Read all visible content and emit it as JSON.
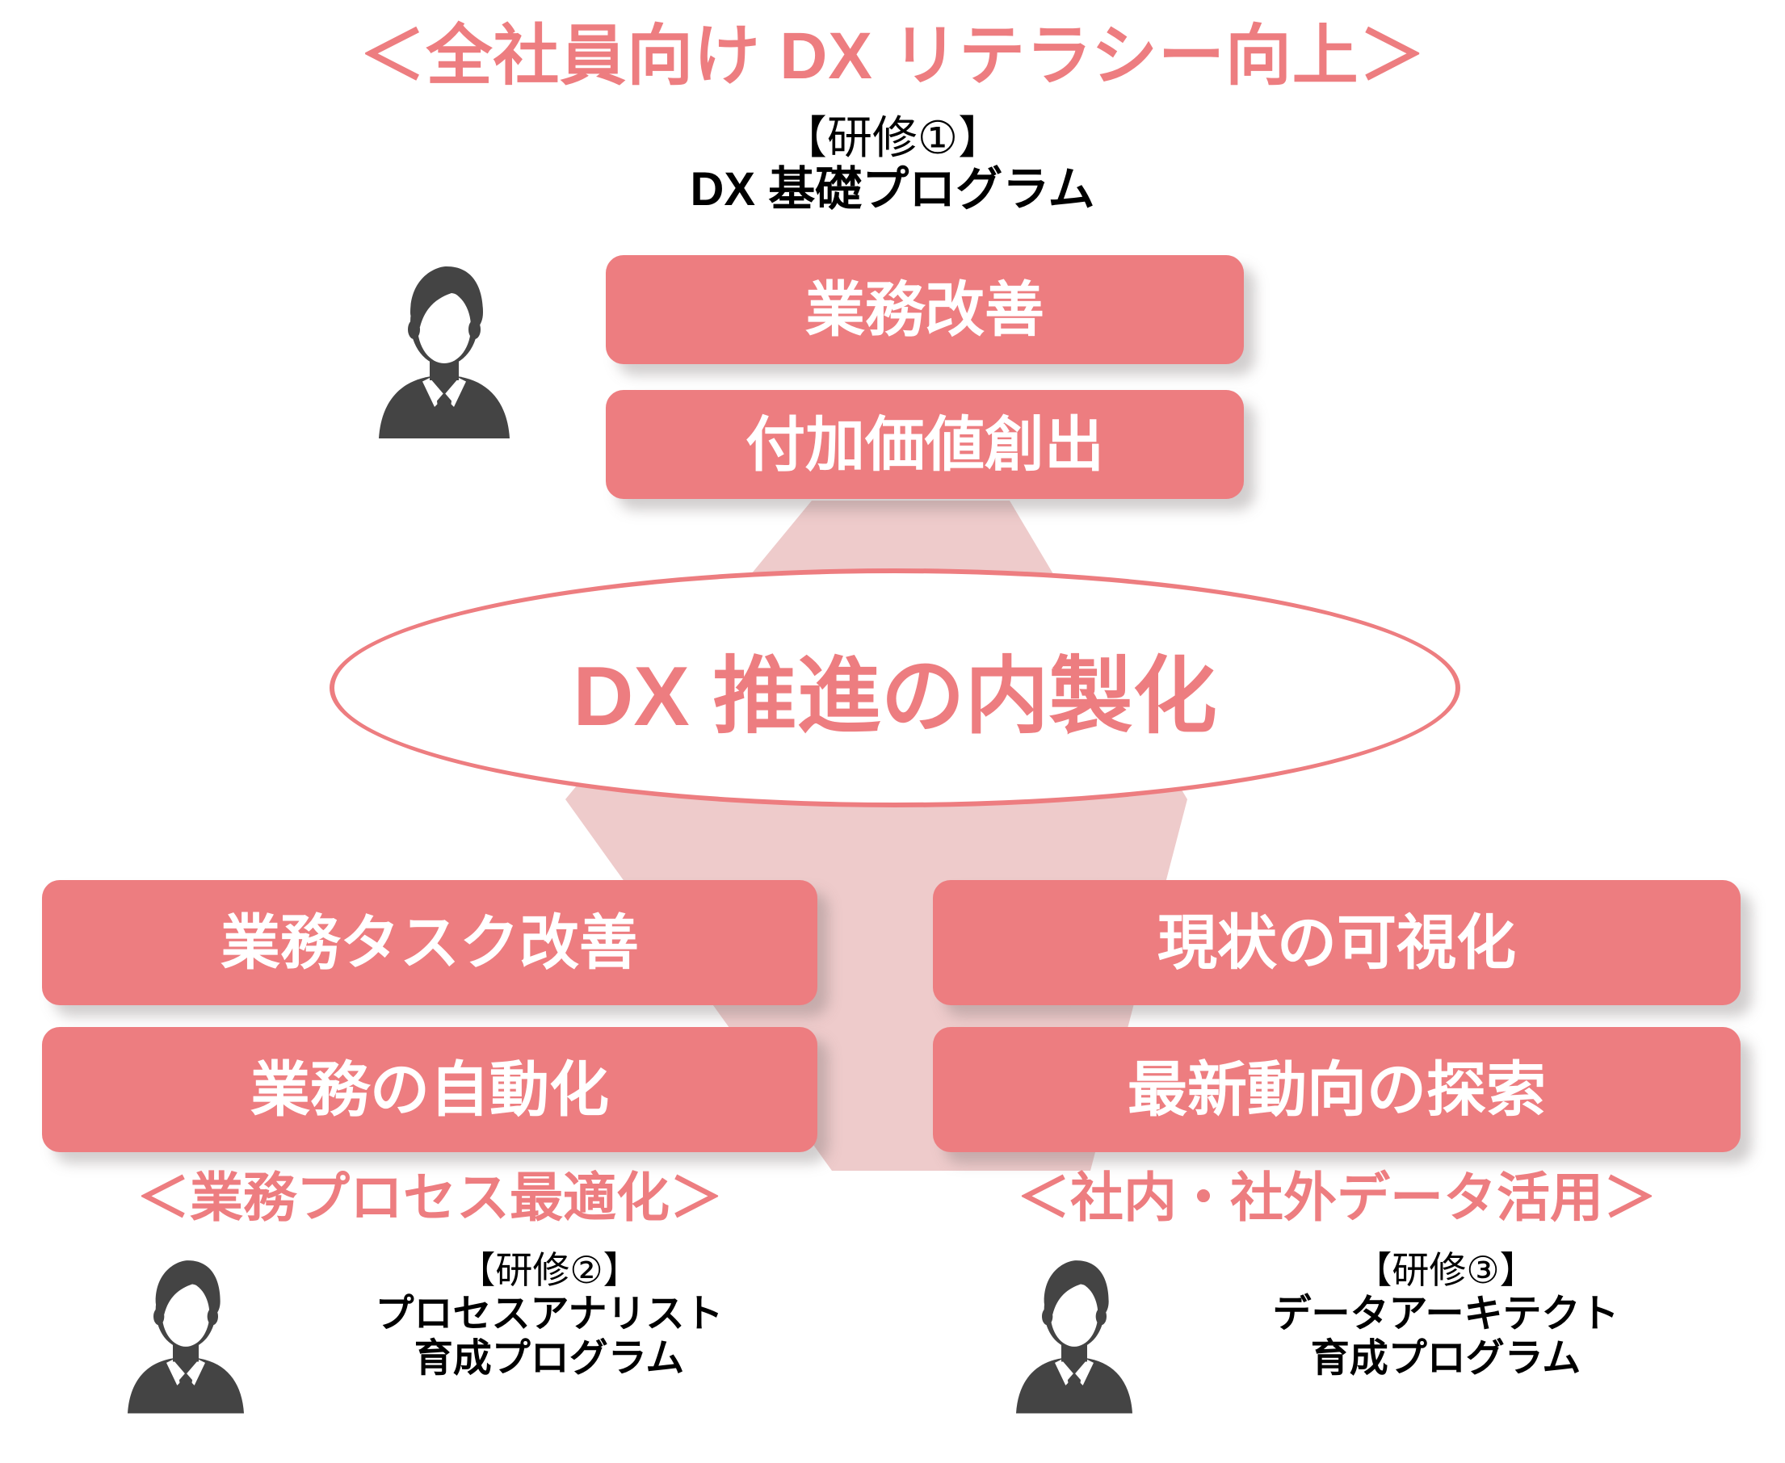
{
  "colors": {
    "accent": "#ED7D80",
    "accent_light": "#EECBCB",
    "box_text": "#FFFFFF",
    "body_text": "#000000",
    "icon": "#444444",
    "background": "#FFFFFF"
  },
  "header": {
    "title": "＜全社員向け DX リテラシー向上＞"
  },
  "top_program": {
    "tag": "【研修①】",
    "name": "DX 基礎プログラム",
    "person_icon": "person-business-icon"
  },
  "top_boxes": [
    {
      "label": "業務改善"
    },
    {
      "label": "付加価値創出"
    }
  ],
  "center": {
    "label": "DX 推進の内製化",
    "shape": "ellipse"
  },
  "columns": [
    {
      "id": "process",
      "caption": "＜業務プロセス最適化＞",
      "boxes": [
        {
          "label": "業務タスク改善"
        },
        {
          "label": "業務の自動化"
        }
      ],
      "program": {
        "tag": "【研修②】",
        "name_line1": "プロセスアナリスト",
        "name_line2": "育成プログラム",
        "person_icon": "person-business-icon"
      }
    },
    {
      "id": "data",
      "caption": "＜社内・社外データ活用＞",
      "boxes": [
        {
          "label": "現状の可視化"
        },
        {
          "label": "最新動向の探索"
        }
      ],
      "program": {
        "tag": "【研修③】",
        "name_line1": "データアーキテクト",
        "name_line2": "育成プログラム",
        "person_icon": "person-business-icon"
      }
    }
  ]
}
